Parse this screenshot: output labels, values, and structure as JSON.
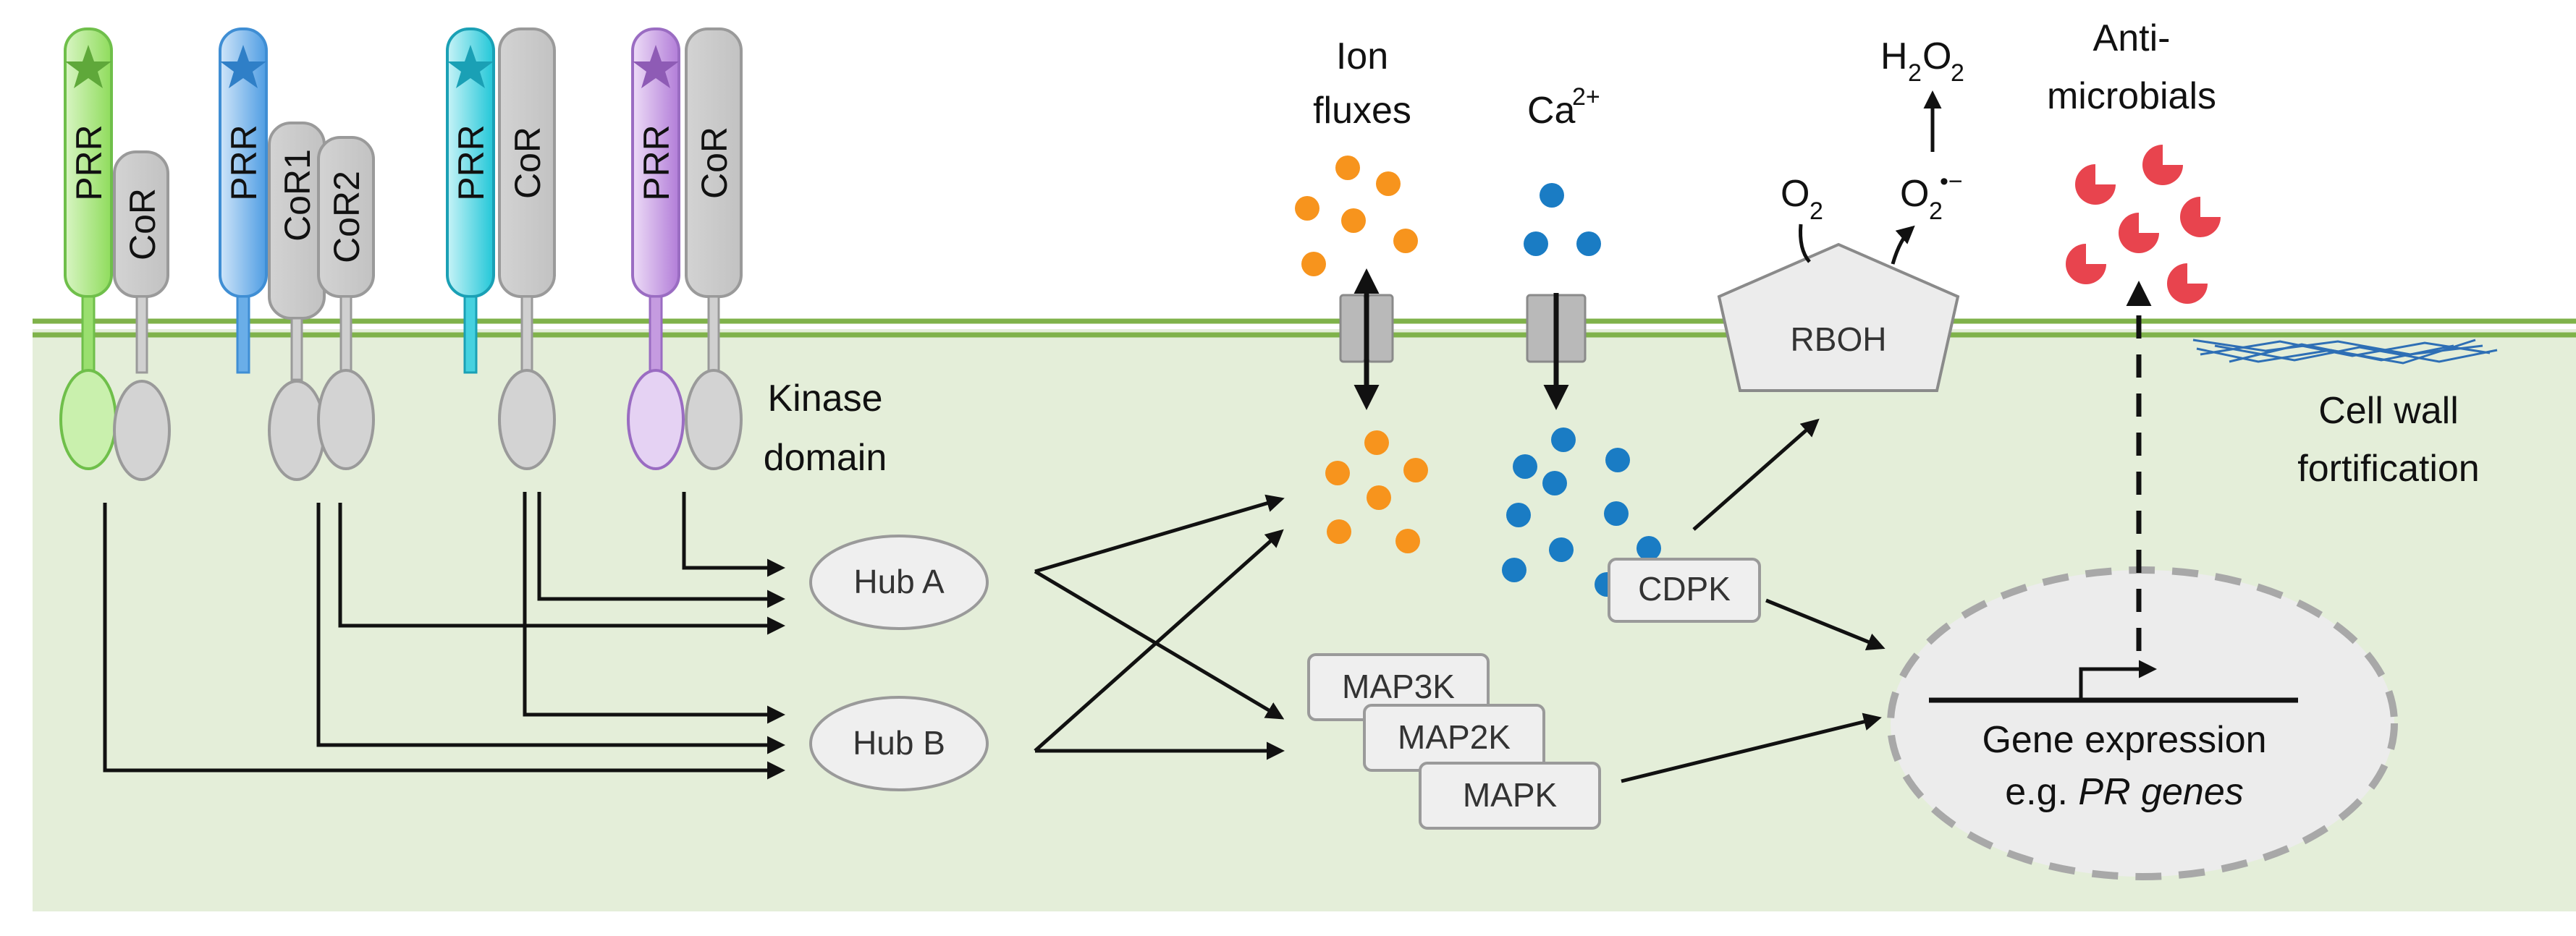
{
  "receptors": [
    {
      "prr_label": "PRR",
      "cor_labels": [
        "CoR"
      ],
      "color": "#9adf6f",
      "star_color": "#5fa83a"
    },
    {
      "prr_label": "PRR",
      "cor_labels": [
        "CoR1",
        "CoR2"
      ],
      "color": "#6aaee8",
      "star_color": "#2f7fc7"
    },
    {
      "prr_label": "PRR",
      "cor_labels": [
        "CoR"
      ],
      "color": "#45d1df",
      "star_color": "#1aa0b5"
    },
    {
      "prr_label": "PRR",
      "cor_labels": [
        "CoR"
      ],
      "color": "#c59be0",
      "star_color": "#8e5bb5"
    }
  ],
  "labels": {
    "kinase_line1": "Kinase",
    "kinase_line2": "domain",
    "ion_line1": "Ion",
    "ion_line2": "fluxes",
    "ca_base": "Ca",
    "ca_sup": "2+",
    "h2o2_h": "H",
    "h2o2_sub1": "2",
    "h2o2_o": "O",
    "h2o2_sub2": "2",
    "o2_left": "O",
    "o2_left_sub": "2",
    "o2_right": "O",
    "o2_right_sub": "2",
    "o2_right_sup": "•−",
    "anti_line1": "Anti-",
    "anti_line2": "microbials",
    "cellwall_line1": "Cell wall",
    "cellwall_line2": "fortification",
    "gene_line1": "Gene expression",
    "gene_line2_prefix": "e.g. ",
    "gene_line2_italic": "PR genes"
  },
  "nodes": {
    "hub_a": "Hub A",
    "hub_b": "Hub B",
    "rboh": "RBOH",
    "cdpk": "CDPK",
    "map3k": "MAP3K",
    "map2k": "MAP2K",
    "mapk": "MAPK"
  },
  "colors": {
    "membrane": "#7fb24a",
    "cytoplasm": "#e4eed9",
    "ion_dot": "#f7941d",
    "ca_dot": "#1a7cc4",
    "antimicrobial": "#e8444e",
    "cell_wall": "#2e6fb5",
    "box_fill": "#efefef",
    "box_stroke": "#9a9a9a"
  }
}
